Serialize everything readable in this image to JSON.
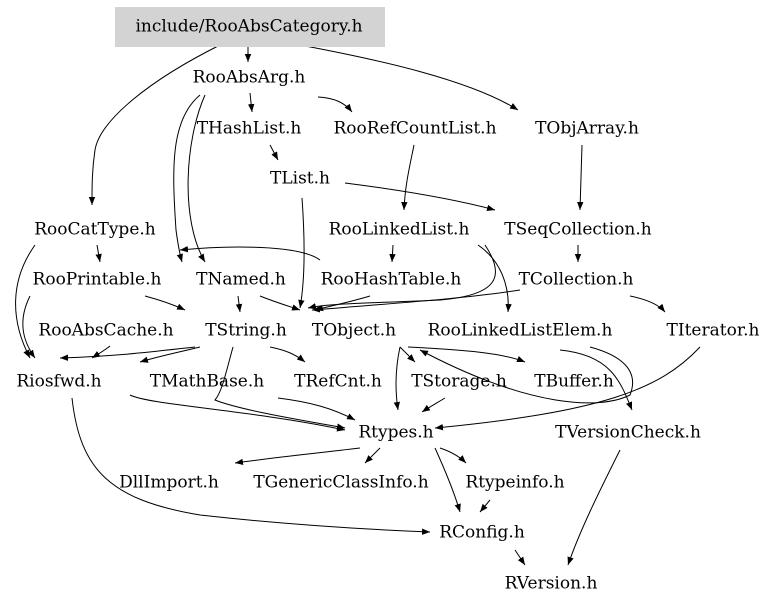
{
  "diagram": {
    "root": "include/RooAbsCategory.h",
    "nodes": [
      {
        "id": "root",
        "label": "include/RooAbsCategory.h"
      },
      {
        "id": "rooabsarg",
        "label": "RooAbsArg.h"
      },
      {
        "id": "thashlist",
        "label": "THashList.h"
      },
      {
        "id": "roorefcountlist",
        "label": "RooRefCountList.h"
      },
      {
        "id": "tobjarray",
        "label": "TObjArray.h"
      },
      {
        "id": "tlist",
        "label": "TList.h"
      },
      {
        "id": "roocattype",
        "label": "RooCatType.h"
      },
      {
        "id": "roolinkedlist",
        "label": "RooLinkedList.h"
      },
      {
        "id": "tseqcollection",
        "label": "TSeqCollection.h"
      },
      {
        "id": "rooprintable",
        "label": "RooPrintable.h"
      },
      {
        "id": "tnamed",
        "label": "TNamed.h"
      },
      {
        "id": "roohashtable",
        "label": "RooHashTable.h"
      },
      {
        "id": "tcollection",
        "label": "TCollection.h"
      },
      {
        "id": "rooabscache",
        "label": "RooAbsCache.h"
      },
      {
        "id": "tstring",
        "label": "TString.h"
      },
      {
        "id": "tobject",
        "label": "TObject.h"
      },
      {
        "id": "roolinkedlistelem",
        "label": "RooLinkedListElem.h"
      },
      {
        "id": "titerator",
        "label": "TIterator.h"
      },
      {
        "id": "riosfwd",
        "label": "Riosfwd.h"
      },
      {
        "id": "tmathbase",
        "label": "TMathBase.h"
      },
      {
        "id": "trefcnt",
        "label": "TRefCnt.h"
      },
      {
        "id": "tstorage",
        "label": "TStorage.h"
      },
      {
        "id": "tbuffer",
        "label": "TBuffer.h"
      },
      {
        "id": "rtypes",
        "label": "Rtypes.h"
      },
      {
        "id": "tversioncheck",
        "label": "TVersionCheck.h"
      },
      {
        "id": "dllimport",
        "label": "DllImport.h"
      },
      {
        "id": "tgenericclassinfo",
        "label": "TGenericClassInfo.h"
      },
      {
        "id": "rtypeinfo",
        "label": "Rtypeinfo.h"
      },
      {
        "id": "rconfig",
        "label": "RConfig.h"
      },
      {
        "id": "rversion",
        "label": "RVersion.h"
      }
    ],
    "edges": [
      [
        "root",
        "rooabsarg"
      ],
      [
        "root",
        "tobjarray"
      ],
      [
        "root",
        "roocattype"
      ],
      [
        "rooabsarg",
        "thashlist"
      ],
      [
        "rooabsarg",
        "roorefcountlist"
      ],
      [
        "rooabsarg",
        "rooprintable"
      ],
      [
        "rooabsarg",
        "tnamed"
      ],
      [
        "rooabsarg",
        "tobject"
      ],
      [
        "thashlist",
        "tlist"
      ],
      [
        "tlist",
        "tseqcollection"
      ],
      [
        "tlist",
        "tobject"
      ],
      [
        "roorefcountlist",
        "roolinkedlist"
      ],
      [
        "tobjarray",
        "tseqcollection"
      ],
      [
        "roocattype",
        "rooprintable"
      ],
      [
        "roocattype",
        "riosfwd"
      ],
      [
        "roolinkedlist",
        "roohashtable"
      ],
      [
        "roolinkedlist",
        "roolinkedlistelem"
      ],
      [
        "roolinkedlist",
        "tobject"
      ],
      [
        "tseqcollection",
        "tcollection"
      ],
      [
        "rooprintable",
        "tstring"
      ],
      [
        "rooprintable",
        "riosfwd"
      ],
      [
        "tnamed",
        "tstring"
      ],
      [
        "tnamed",
        "tobject"
      ],
      [
        "roohashtable",
        "tobject"
      ],
      [
        "tcollection",
        "tobject"
      ],
      [
        "tcollection",
        "titerator"
      ],
      [
        "rooabscache",
        "riosfwd"
      ],
      [
        "tstring",
        "riosfwd"
      ],
      [
        "tstring",
        "tmathbase"
      ],
      [
        "tstring",
        "trefcnt"
      ],
      [
        "tstring",
        "rtypes"
      ],
      [
        "tobject",
        "rtypes"
      ],
      [
        "tobject",
        "tstorage"
      ],
      [
        "tobject",
        "tbuffer"
      ],
      [
        "roolinkedlistelem",
        "tobject"
      ],
      [
        "titerator",
        "rtypes"
      ],
      [
        "tmathbase",
        "rtypes"
      ],
      [
        "trefcnt",
        "rtypes"
      ],
      [
        "tstorage",
        "rtypes"
      ],
      [
        "tbuffer",
        "rtypes"
      ],
      [
        "tbuffer",
        "tversioncheck"
      ],
      [
        "rtypes",
        "dllimport"
      ],
      [
        "rtypes",
        "tgenericclassinfo"
      ],
      [
        "rtypes",
        "rtypeinfo"
      ],
      [
        "rtypes",
        "rconfig"
      ],
      [
        "riosfwd",
        "rconfig"
      ],
      [
        "rtypeinfo",
        "rconfig"
      ],
      [
        "rconfig",
        "rversion"
      ],
      [
        "tversioncheck",
        "rversion"
      ]
    ]
  }
}
